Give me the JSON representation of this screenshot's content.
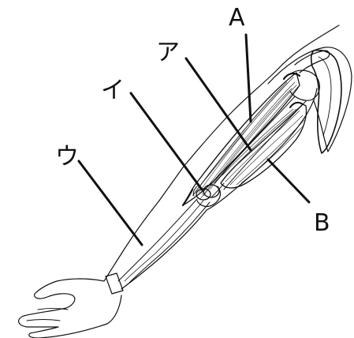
{
  "labels": {
    "A": "A",
    "B": "B",
    "a": "ア",
    "i": "イ",
    "u": "ウ"
  },
  "colors": {
    "ink": "#111111",
    "background": "#ffffff"
  }
}
